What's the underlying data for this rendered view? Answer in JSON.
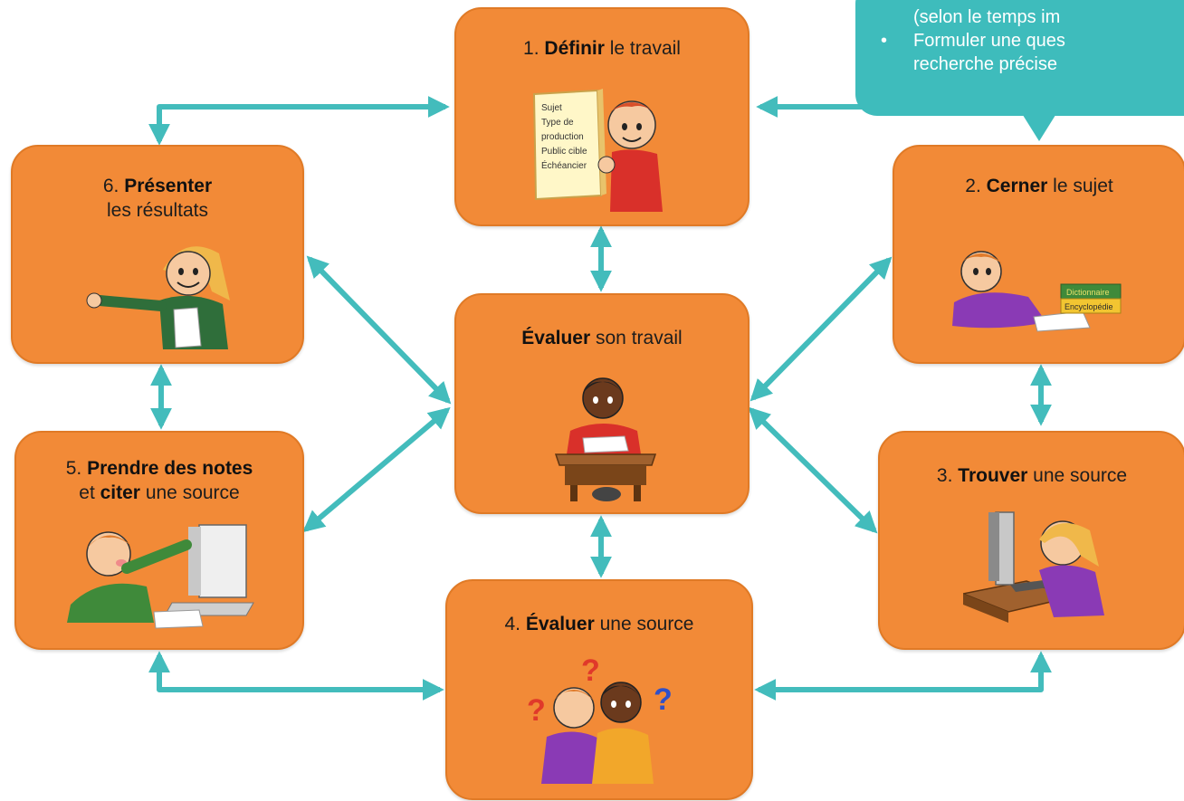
{
  "steps": {
    "definir": {
      "pre": "1. ",
      "bold": "Définir",
      "post": " le travail"
    },
    "cerner": {
      "pre": "2. ",
      "bold": "Cerner",
      "post": " le sujet"
    },
    "trouver": {
      "pre": "3. ",
      "bold": "Trouver",
      "post": " une source"
    },
    "evaluer_source": {
      "pre": "4. ",
      "bold": "Évaluer",
      "post": " une source"
    },
    "notes": {
      "pre": "5. ",
      "bold": "Prendre des notes",
      "line2_pre": "et ",
      "line2_bold": "citer",
      "line2_post": " une source"
    },
    "presenter": {
      "pre": "6. ",
      "bold": "Présenter",
      "line2": "les résultats"
    },
    "evaluer_travail": {
      "bold": "Évaluer",
      "post": " son travail"
    }
  },
  "sheet": {
    "lines": [
      "Sujet",
      "Type de",
      "production",
      "Public cible",
      "Échéancier"
    ]
  },
  "books": {
    "top": "Dictionnaire",
    "bottom": "Encyclopédie"
  },
  "callout": {
    "bullet": "•",
    "line1": "(selon le temps im",
    "line2": "Formuler une ques",
    "line3": "recherche précise"
  },
  "colors": {
    "box": "#f28a37",
    "arrow": "#43bcbc",
    "callout": "#3ebcbc"
  }
}
